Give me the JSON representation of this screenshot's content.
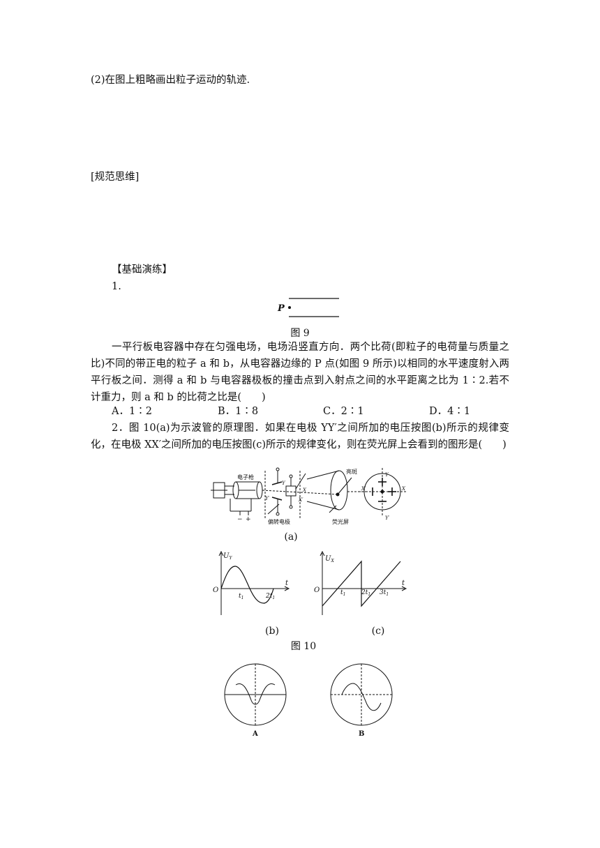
{
  "q_part2": "(2)在图上粗略画出粒子运动的轨迹.",
  "section_norm": "[规范思维]",
  "section_basic": "【基础演练】",
  "q1": {
    "number": "1.",
    "point_label": "P",
    "figure_caption": "图 9",
    "stem": "一平行板电容器中存在匀强电场，电场沿竖直方向．两个比荷(即粒子的电荷量与质量之比)不同的带正电的粒子 a 和 b，从电容器边缘的 P 点(如图 9 所示)以相同的水平速度射入两平行板之间．测得 a 和 b 与电容器极板的撞击点到入射点之间的水平距离之比为 1∶2.若不计重力，则 a 和 b 的比荷之比是(　　)",
    "options": [
      "A．1∶2",
      "B．1∶8",
      "C．2∶1",
      "D．4∶1"
    ]
  },
  "q2": {
    "stem": "2．图 10(a)为示波管的原理图．如果在电极 YY′之间所加的电压按图(b)所示的规律变化，在电极 XX′之间所加的电压按图(c)所示的规律变化，则在荧光屏上会看到的图形是(　　)",
    "fig_a": {
      "label_gun": "电子枪",
      "label_spot": "亮斑",
      "label_plates": "偏转电极",
      "label_screen": "荧光屏",
      "Y": "Y",
      "Yp": "Y′",
      "X": "X",
      "Xp": "X′",
      "minus": "−",
      "plus": "+",
      "caption": "(a)"
    },
    "fig_b": {
      "axis_y": "U",
      "axis_y_sub": "Y",
      "origin": "O",
      "t": "t",
      "t1": "t",
      "t1_sub": "1",
      "t2": "2t",
      "t2_sub": "1",
      "caption": "(b)"
    },
    "fig_c": {
      "axis_y": "U",
      "axis_y_sub": "X",
      "origin": "O",
      "t": "t",
      "t1": "t",
      "t1_sub": "1",
      "t2": "2t",
      "t2_sub": "1",
      "t3": "3t",
      "t3_sub": "1",
      "caption": "(c)"
    },
    "figure_caption": "图 10",
    "answers": {
      "A": "A",
      "B": "B"
    }
  }
}
